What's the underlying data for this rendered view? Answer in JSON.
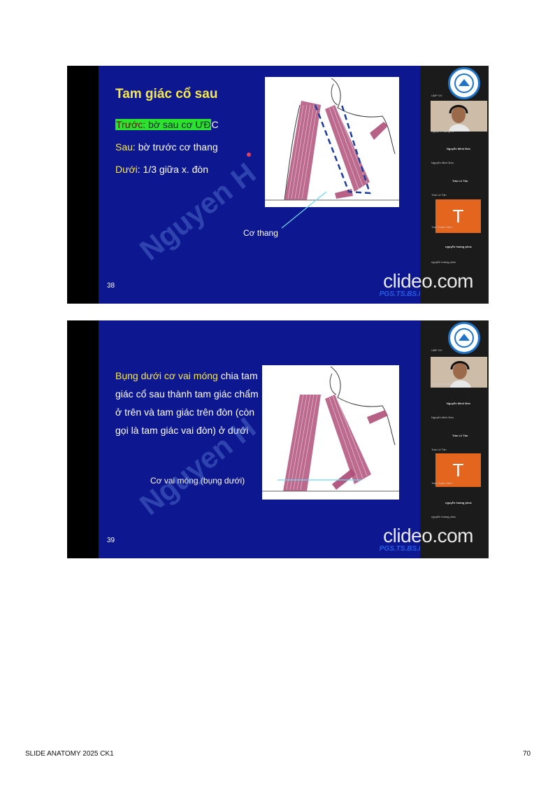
{
  "slides": [
    {
      "title": "Tam giác cổ sau",
      "lines": [
        {
          "label": "Trước",
          "text": ": bờ sau cơ ƯĐ",
          "tail": "C"
        },
        {
          "label": "Sau",
          "text": ": bờ trước cơ thang"
        },
        {
          "label": "Dưới",
          "text": ": 1/3 giữa x. đòn"
        }
      ],
      "callout": "Cơ thang",
      "slide_number": "38",
      "author": "PGS.TS.BS.Nguyễn Hoàng Vũ",
      "watermark": "Nguyen H",
      "clideo": "clideo.com",
      "participants": {
        "top_label": "UMP GV",
        "video_caption": "Nguyen Hoang Vu",
        "name1_bold": "Nguyễn Minh Đức",
        "name1": "Nguyễn Minh Đức",
        "name2_bold": "Trần Lê Tấn",
        "name2": "Trần Lê Tấn",
        "avatar_letter": "T",
        "name3": "Trần Thanh Hiền",
        "name4_bold": "nguyễn hoàng phúc",
        "name4": "nguyễn hoàng phúc"
      }
    },
    {
      "paragraph_highlight": "Bụng dưới cơ vai móng",
      "paragraph_rest": " chia tam giác cổ sau thành tam giác chẩm ở trên và tam giác trên đòn (còn gọi là tam giác vai đòn) ở dưới",
      "callout": "Cơ vai móng (bụng dưới)",
      "slide_number": "39",
      "author": "PGS.TS.BS.Nguyễn Hoàng Vũ",
      "watermark": "Nguyen H",
      "clideo": "clideo.com",
      "participants": {
        "top_label": "UMP GV",
        "video_caption": "Nguyen Hoang Vu",
        "name1_bold": "Nguyễn Minh Đức",
        "name1": "Nguyễn Minh Đức",
        "name2_bold": "Trần Lê Tấn",
        "name2": "Trần Lê Tấn",
        "avatar_letter": "T",
        "name3": "Trần Thanh Hiền",
        "name4_bold": "nguyễn hoàng phúc",
        "name4": "nguyễn hoàng phúc"
      }
    }
  ],
  "footer": {
    "title": "SLIDE ANATOMY 2025 CK1",
    "page_number": "70"
  },
  "colors": {
    "slide_bg": "#0d1790",
    "title_yellow": "#f7e84a",
    "highlight_green": "#2ce32c",
    "author_blue": "#2b5ce6",
    "avatar_orange": "#e4651e",
    "muscle": "#b0507a"
  }
}
